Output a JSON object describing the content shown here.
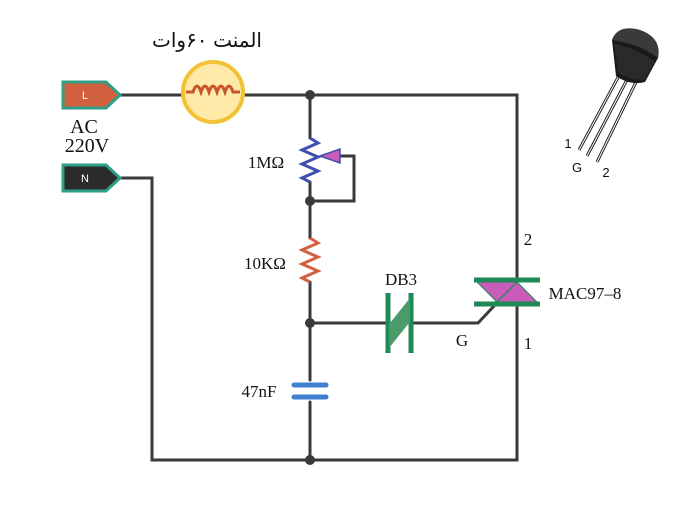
{
  "labels": {
    "lamp": "المنت ۶۰وات",
    "terminal_l": "L",
    "terminal_n": "N",
    "source_ac": "AC",
    "source_voltage": "220V",
    "potentiometer": "1MΩ",
    "resistor": "10KΩ",
    "capacitor": "47nF",
    "diac": "DB3",
    "triac": "MAC97–8",
    "triac_pin2": "2",
    "triac_pin1": "1",
    "triac_gate": "G",
    "package_pin1": "1",
    "package_gate": "G",
    "package_pin2": "2"
  },
  "colors": {
    "wire": "#3a3a3a",
    "line_terminal": "#d2603f",
    "neutral_terminal": "#2b2b2b",
    "terminal_border": "#2f9e86",
    "lamp_fill": "#ffe9a8",
    "lamp_ring": "#f2c233",
    "lamp_filament": "#c8542a",
    "potentiometer": "#3e4fb0",
    "resistor": "#d2603f",
    "capacitor": "#3f7fd0",
    "diac_bar": "#1e8a55",
    "diac_triangle": "#4a9a6a",
    "triac_bar": "#1e8a55",
    "triac_triangle": "#c85cb8"
  }
}
